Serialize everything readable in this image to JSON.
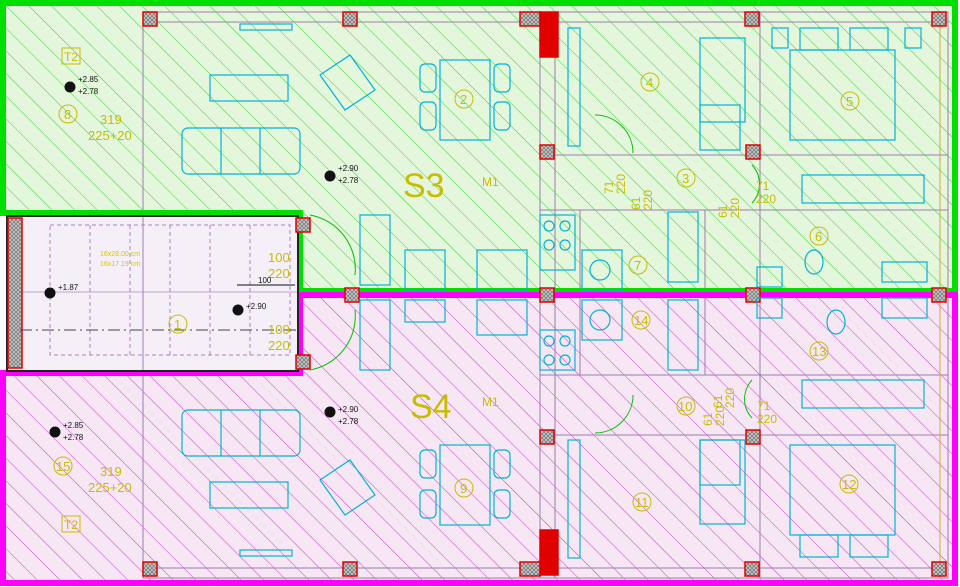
{
  "apartments": [
    {
      "label": "S3",
      "tag": "M1",
      "color": "#00e000"
    },
    {
      "label": "S4",
      "tag": "M1",
      "color": "#ff00ff"
    }
  ],
  "rooms": [
    "1",
    "2",
    "3",
    "4",
    "5",
    "6",
    "7",
    "8",
    "9",
    "10",
    "11",
    "12",
    "13",
    "14",
    "15"
  ],
  "room_tags": [
    "T2",
    "T2"
  ],
  "levels": [
    "+2.85",
    "+2.78",
    "+2.90",
    "+2.78",
    "+1.87",
    "+2.90",
    "+2.90",
    "+2.78",
    "+2.85",
    "+2.78"
  ],
  "dimensions": {
    "top_area": [
      "319",
      "225+20"
    ],
    "bottom_area": [
      "319",
      "225+20"
    ],
    "doors": [
      [
        "71",
        "220"
      ],
      [
        "71",
        "220"
      ],
      [
        "61",
        "220"
      ],
      [
        "61",
        "220"
      ],
      [
        "100",
        "220"
      ],
      [
        "100",
        "220"
      ],
      [
        "61",
        "220"
      ],
      [
        "61",
        "220"
      ],
      [
        "71",
        "220"
      ]
    ],
    "stair_dim": "100"
  },
  "stair_notes": [
    "16x28.00 cm",
    "16x17.19 cm"
  ],
  "colors": {
    "green_zone": "#00e000",
    "magenta_zone": "#ff00ff",
    "hatch_green": "#33cc33",
    "hatch_magenta": "#bb33bb",
    "wall_red": "#e00000",
    "furniture_cyan": "#00b8d8",
    "label_yellow": "#c8bc00"
  }
}
